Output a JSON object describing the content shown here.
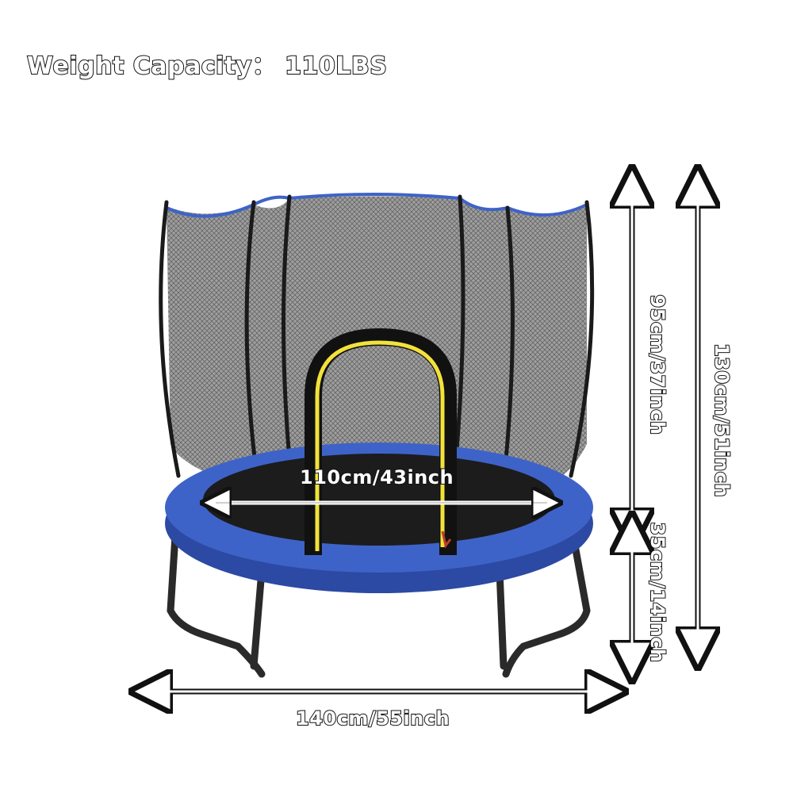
{
  "title": "Weight Capacity： 110LBS",
  "dimensions": {
    "diameter": "110cm/43inch",
    "overall_width": "140cm/55inch",
    "net_height": "95cm/37inch",
    "leg_height": "35cm/14inch",
    "total_height": "130cm/51inch"
  },
  "colors": {
    "pad": "#3e63c8",
    "pad_dark": "#2c4aa3",
    "mat": "#1c1c1c",
    "net": "#8c8c8c",
    "frame": "#2a2a2a",
    "door_zip": "#f2e23a",
    "arrow": "#ffffff"
  }
}
